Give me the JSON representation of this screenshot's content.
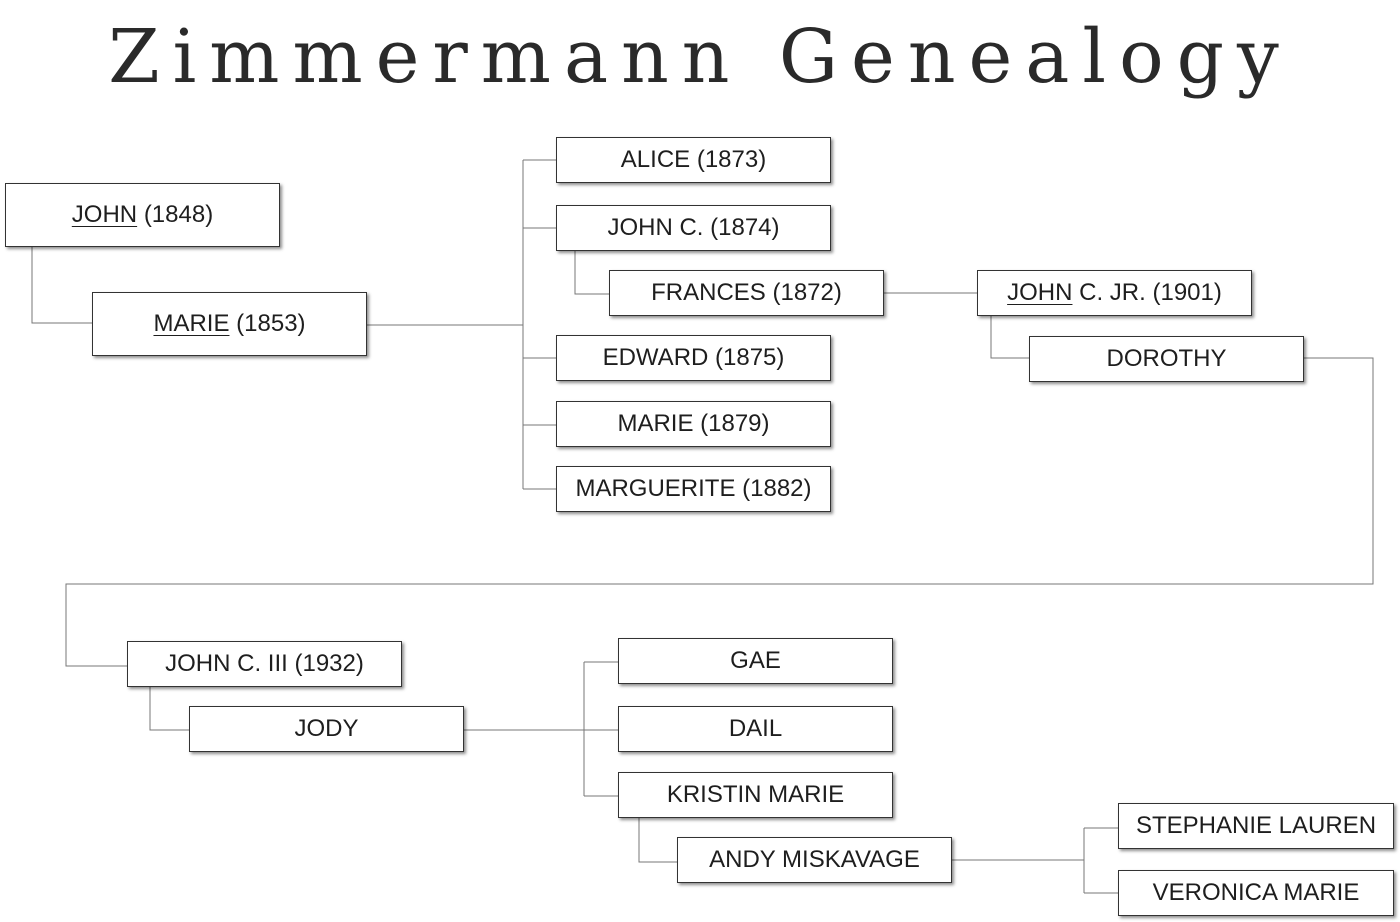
{
  "title": "Zimmermann Genealogy",
  "people": {
    "john_1848": {
      "name": "JOHN",
      "year": "(1848)"
    },
    "marie_1853": {
      "name": "MARIE",
      "year": "(1853)"
    },
    "alice_1873": "ALICE (1873)",
    "john_c_1874": "JOHN C. (1874)",
    "frances_1872": "FRANCES (1872)",
    "edward_1875": "EDWARD (1875)",
    "marie_1879": "MARIE (1879)",
    "marguerite_1882": "MARGUERITE (1882)",
    "john_c_jr_1901": {
      "name": "JOHN",
      "rest": "C. JR. (1901)"
    },
    "dorothy": "DOROTHY",
    "john_c_iii_1932": "JOHN C. III (1932)",
    "jody": "JODY",
    "gae": "GAE",
    "dail": "DAIL",
    "kristin_marie": "KRISTIN MARIE",
    "andy_miskavage": "ANDY MISKAVAGE",
    "stephanie_lauren": "STEPHANIE LAUREN",
    "veronica_marie": "VERONICA MARIE"
  }
}
